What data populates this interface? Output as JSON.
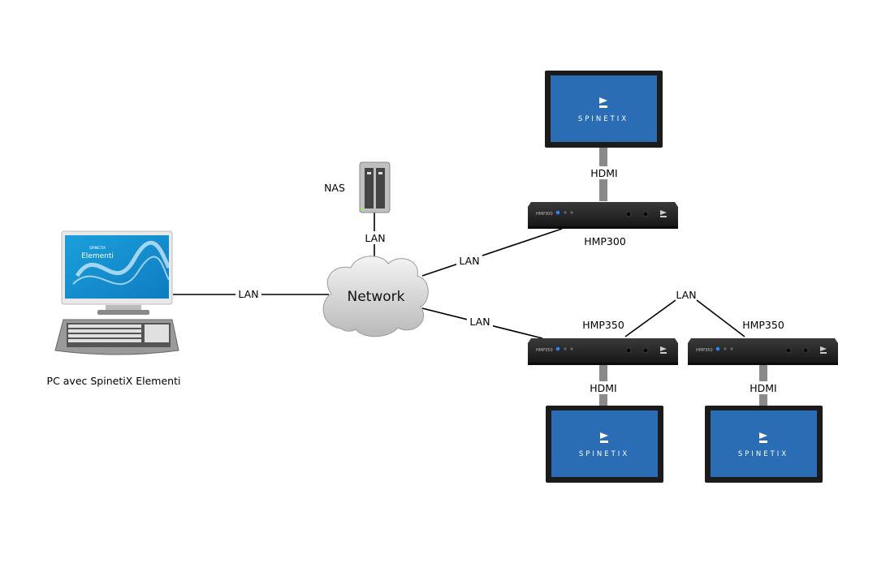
{
  "nodes": {
    "pc": {
      "label": "PC avec SpinetiX Elementi",
      "screen_brand": "SPINETIX",
      "screen_product": "Elementi"
    },
    "nas": {
      "label": "NAS"
    },
    "network": {
      "label": "Network"
    },
    "hmp300": {
      "label": "HMP300",
      "badge": "HMP300"
    },
    "hmp350_left": {
      "label": "HMP350",
      "badge": "HMP350"
    },
    "hmp350_right": {
      "label": "HMP350",
      "badge": "HMP350"
    },
    "display_top": {
      "brand": "SPINETIX"
    },
    "display_bottom_left": {
      "brand": "SPINETIX"
    },
    "display_bottom_right": {
      "brand": "SPINETIX"
    }
  },
  "links": {
    "pc_network": "LAN",
    "nas_network": "LAN",
    "network_hmp300": "LAN",
    "network_hmp350": "LAN",
    "hmp350_hmp350": "LAN",
    "hmp300_display": "HDMI",
    "hmp350_left_display": "HDMI",
    "hmp350_right_display": "HDMI"
  },
  "colors": {
    "screen_blue": "#2a6db5",
    "device_black": "#1e1e1e",
    "line": "#000000",
    "stand_gray": "#8a8a8a",
    "led_blue": "#2f7fff"
  }
}
